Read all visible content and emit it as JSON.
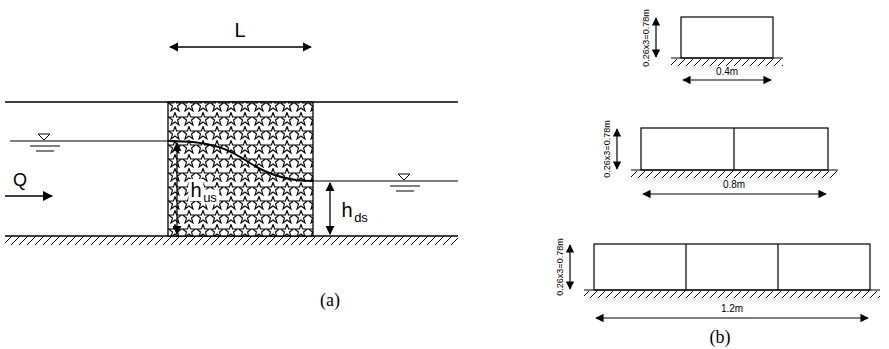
{
  "diagram": {
    "labels": [
      "L",
      "Q",
      "h",
      "us",
      "h",
      "ds",
      "(a)",
      "(b)",
      "0.26x3=0.78m",
      "0.4m",
      "0.26x3=0.78m",
      "0.8m",
      "0.26x3=0.78m",
      "1.2m"
    ]
  }
}
